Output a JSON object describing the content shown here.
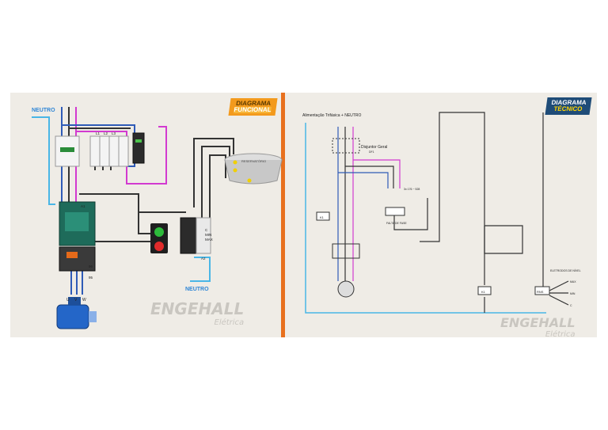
{
  "functional": {
    "badge_line1": "DIAGRAMA",
    "badge_line2": "FUNCIONAL",
    "neutro_top": "NEUTRO",
    "neutro_bottom": "NEUTRO",
    "phase_labels": [
      "L1",
      "L2",
      "L3"
    ],
    "tank_label": "RESERVATÓRIO",
    "probe_labels": [
      "MAX",
      "MIN",
      "C"
    ],
    "terminal_labels": [
      "A1",
      "A2",
      "95",
      "96"
    ],
    "motor_terminals": [
      "U",
      "V",
      "W"
    ],
    "brand": "ENGEHALL",
    "brand_sub": "Elétrica"
  },
  "technical": {
    "badge_line1": "DIAGRAMA",
    "badge_line2": "TÉCNICO",
    "supply_label": "Alimentação Trifásica + NEUTRO",
    "breaker_label": "Disjuntor Geral",
    "breaker_id": "DF1",
    "phase_fault_label": "FALTA DE FASE",
    "relay_range": "3x 176 ~ 528",
    "k1": "K1",
    "contactor_label": "K1",
    "relay_label": "RNS",
    "electrodes_label": "ELETRODOS DE NÍVEL",
    "electrode_names": [
      "MAX",
      "MIN",
      "C"
    ],
    "brand": "ENGEHALL",
    "brand_sub": "Elétrica"
  },
  "colors": {
    "blue": "#2f5bb7",
    "cyan": "#49b6e6",
    "magenta": "#d23ad0",
    "orange": "#e8701e",
    "wire": "#333333"
  }
}
